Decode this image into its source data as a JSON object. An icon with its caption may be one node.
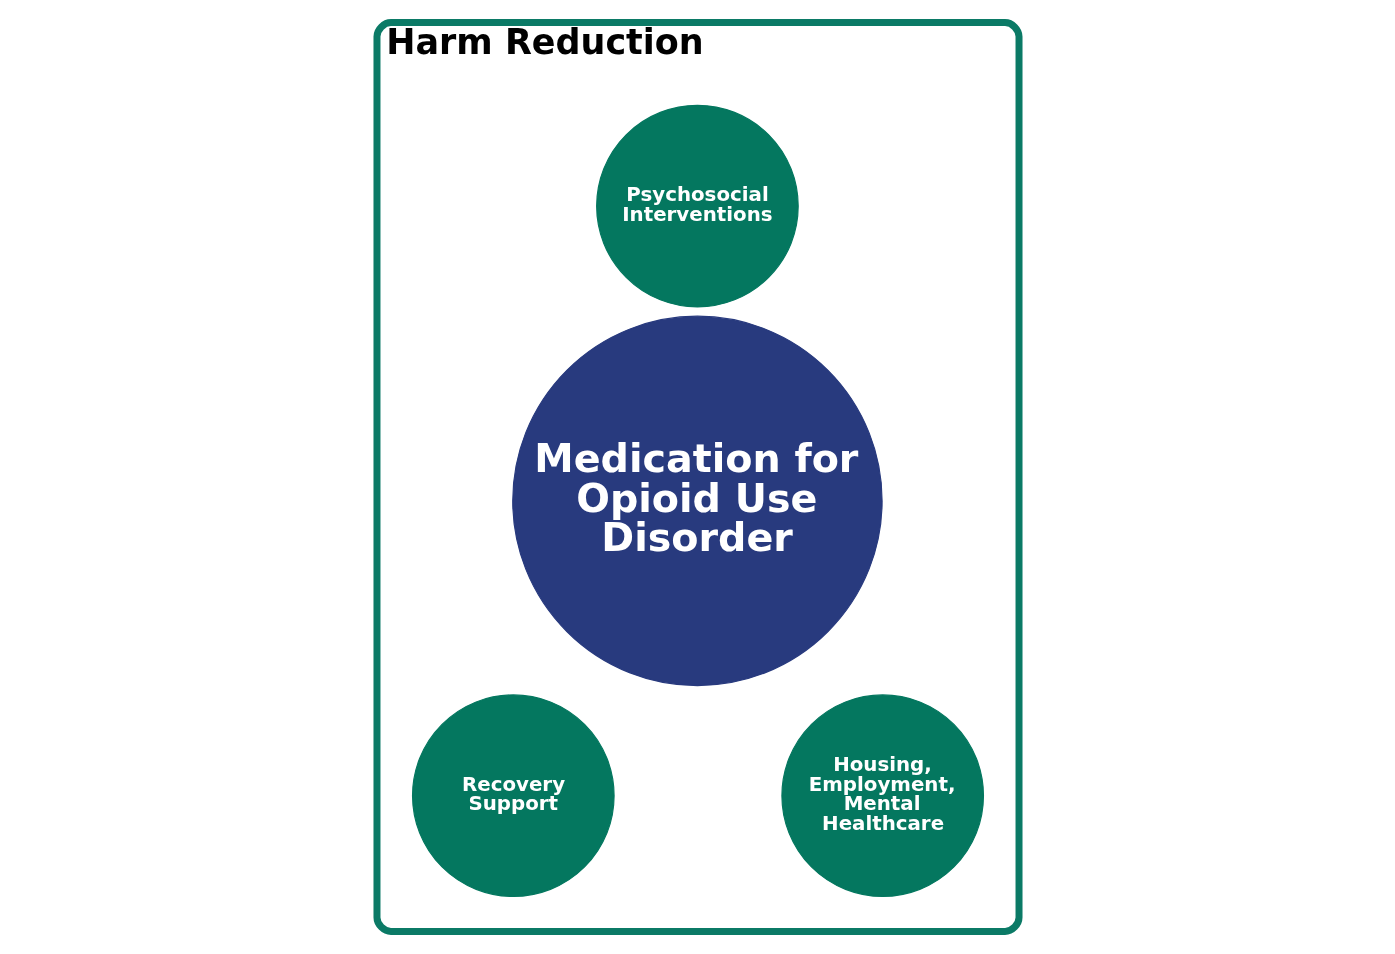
{
  "diagram": {
    "nodes": [
      {
        "text": [
          "Harm Reduction"
        ]
      },
      {
        "text": [
          "Medication for Opioid Use Disorder"
        ],
        "in": 0
      },
      {
        "text": [
          "Psychosocial Interventions"
        ],
        "in": 0
      },
      {
        "text": [
          "Recovery Support"
        ],
        "in": 0
      },
      {
        "text": [
          "Housing, Employment, Mental Healthcare"
        ],
        "in": 0
      }
    ]
  }
}
